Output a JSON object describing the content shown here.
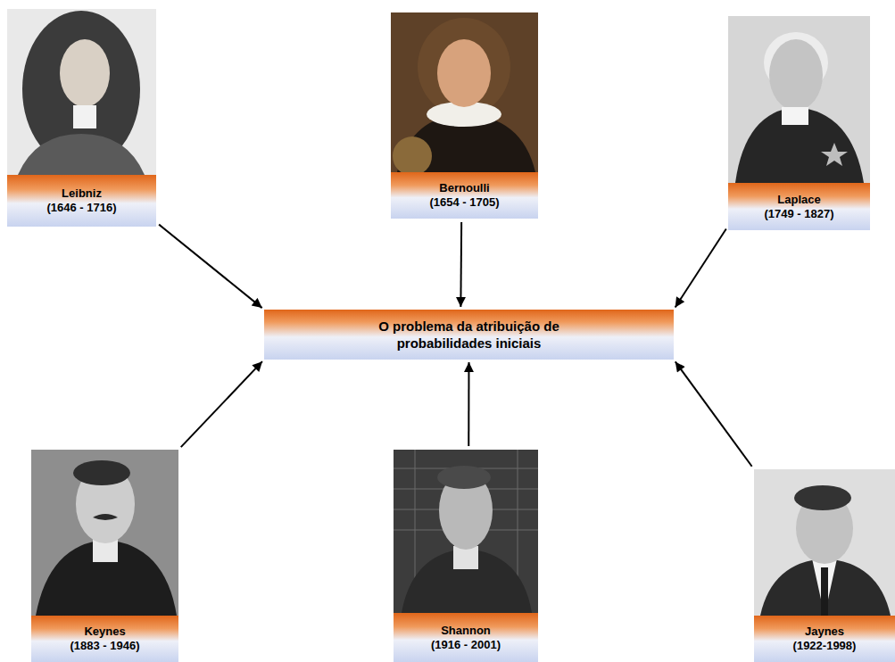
{
  "diagram": {
    "nodes": [
      {
        "text": [
          "Leibniz",
          "(1646 - 1716)"
        ]
      },
      {
        "text": [
          "Bernoulli",
          "(1654 - 1705)"
        ]
      },
      {
        "text": [
          "Laplace",
          "(1749 - 1827)"
        ]
      },
      {
        "text": [
          "O problema da atribuição de probabilidades iniciais"
        ]
      },
      {
        "text": [
          "Keynes",
          "(1883 - 1946)"
        ]
      },
      {
        "text": [
          "Shannon",
          "(1916 - 2001)"
        ]
      },
      {
        "text": [
          "Jaynes",
          "(1922-1998)"
        ]
      }
    ],
    "edges": [
      {
        "from": 0,
        "to": 3,
        "arrow": "to"
      },
      {
        "from": 1,
        "to": 3,
        "arrow": "to"
      },
      {
        "from": 2,
        "to": 3,
        "arrow": "to"
      },
      {
        "from": 4,
        "to": 3,
        "arrow": "to"
      },
      {
        "from": 5,
        "to": 3,
        "arrow": "to"
      },
      {
        "from": 6,
        "to": 3,
        "arrow": "to"
      }
    ]
  }
}
